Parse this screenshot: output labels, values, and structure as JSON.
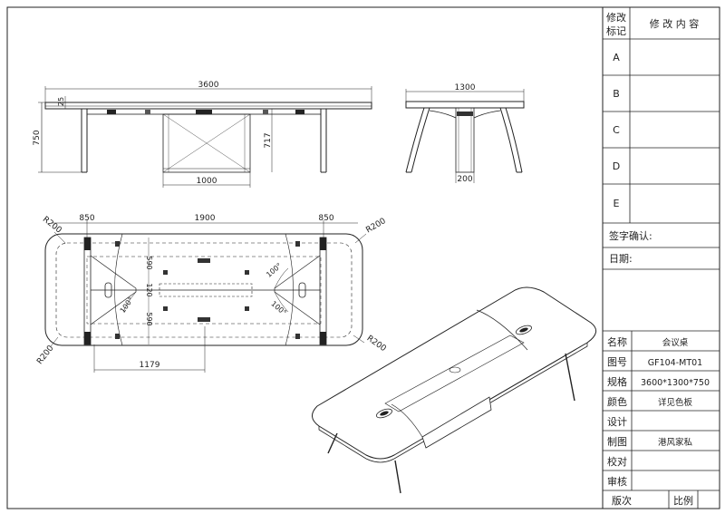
{
  "colors": {
    "line": "#222222",
    "background": "#ffffff"
  },
  "front_view": {
    "overall_length": "3600",
    "top_thickness": "25",
    "height": "750",
    "leg_height": "717",
    "cabinet_width": "1000"
  },
  "side_view": {
    "width": "1300",
    "support_width": "200"
  },
  "plan_view": {
    "end_left": "850",
    "middle": "1900",
    "end_right": "850",
    "radius_tl": "R200",
    "radius_tr": "R200",
    "radius_bl": "R200",
    "radius_br": "R200",
    "half_width_top": "590",
    "center_gap": "120",
    "half_width_bottom": "590",
    "angle_left": "100°",
    "angle_right_top": "100°",
    "angle_right_bottom": "100°",
    "leg_offset": "1179"
  },
  "title_block": {
    "revision_header_left": "修改\n标记",
    "revision_header_right": "修 改 内 容",
    "revisions": [
      "A",
      "B",
      "C",
      "D",
      "E"
    ],
    "sign_confirm": "签字确认:",
    "date": "日期:",
    "rows": [
      {
        "label": "名称",
        "value": "会议桌"
      },
      {
        "label": "图号",
        "value": "GF104-MT01"
      },
      {
        "label": "规格",
        "value": "3600*1300*750"
      },
      {
        "label": "颜色",
        "value": "详见色板"
      },
      {
        "label": "设计",
        "value": ""
      },
      {
        "label": "制图",
        "value": "港风家私"
      },
      {
        "label": "校对",
        "value": ""
      },
      {
        "label": "审核",
        "value": ""
      }
    ],
    "version_label": "版次",
    "scale_label": "比例"
  }
}
